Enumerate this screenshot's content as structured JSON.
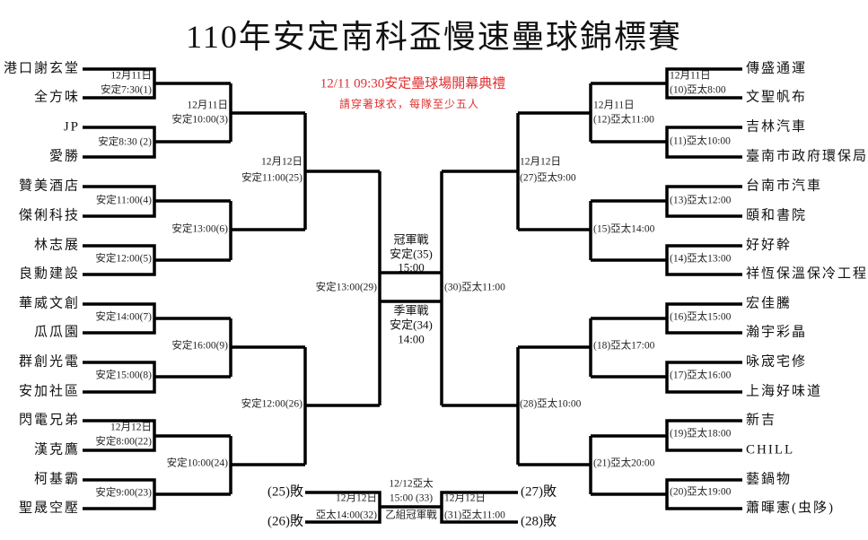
{
  "title": "110年安定南科盃慢速壘球錦標賽",
  "notice": {
    "line1": "12/11 09:30安定壘球場開幕典禮",
    "line2": "請穿著球衣，每隊至少五人",
    "color": "#e03030"
  },
  "left_teams": [
    "港口謝玄堂",
    "全方味",
    "JP",
    "愛勝",
    "贊美酒店",
    "傑俐科技",
    "林志展",
    "良勳建設",
    "華威文創",
    "瓜瓜園",
    "群創光電",
    "安加社區",
    "閃電兄弟",
    "漢克鷹",
    "柯基霸",
    "聖晟空壓"
  ],
  "right_teams": [
    "傳盛通運",
    "文聖帆布",
    "吉林汽車",
    "臺南市政府環保局",
    "台南市汽車",
    "頤和書院",
    "好好幹",
    "祥恆保溫保冷工程",
    "宏佳騰",
    "瀚宇彩晶",
    "咏宬宅修",
    "上海好味道",
    "新吉",
    "CHILL",
    "藝鍋物",
    "蕭暉憲(虫陊)"
  ],
  "matches": {
    "m1_date": "12月11日",
    "m1": "安定7:30(1)",
    "m2": "安定8:30 (2)",
    "m3_date": "12月11日",
    "m3": "安定10:00(3)",
    "m4": "安定11:00(4)",
    "m5": "安定12:00(5)",
    "m6": "安定13:00(6)",
    "m25_date": "12月12日",
    "m25": "安定11:00(25)",
    "m7": "安定14:00(7)",
    "m8": "安定15:00(8)",
    "m9": "安定16:00(9)",
    "m22_date": "12月12日",
    "m22": "安定8:00(22)",
    "m23": "安定9:00(23)",
    "m24": "安定10:00(24)",
    "m26": "安定12:00(26)",
    "m29": "安定13:00(29)",
    "m10_date": "12月11日",
    "m10": "(10)亞太8:00",
    "m12_date": "12月11日",
    "m12": "(12)亞太11:00",
    "m11": "(11)亞太10:00",
    "m27_date": "12月12日",
    "m27": "(27)亞太9:00",
    "m13": "(13)亞太12:00",
    "m15": "(15)亞太14:00",
    "m14": "(14)亞太13:00",
    "m16": "(16)亞太15:00",
    "m18": "(18)亞太17:00",
    "m17": "(17)亞太16:00",
    "m28": "(28)亞太10:00",
    "m19": "(19)亞太18:00",
    "m21": "(21)亞太20:00",
    "m20": "(20)亞太19:00",
    "m30": "(30)亞太11:00"
  },
  "final": {
    "title": "冠軍戰",
    "venue": "安定(35)",
    "time": "15:00"
  },
  "third": {
    "title": "季軍戰",
    "venue": "安定(34)",
    "time": "14:00"
  },
  "consolation": {
    "l25": "(25)敗",
    "l26": "(26)敗",
    "r27": "(27)敗",
    "r28": "(28)敗",
    "m32_date": "12月12日",
    "m32": "亞太14:00(32)",
    "m31_date": "12月12日",
    "m31": "(31)亞太11:00",
    "m33_a": "12/12亞太",
    "m33_b": "15:00 (33)",
    "m33_c": "乙組冠軍戰"
  }
}
